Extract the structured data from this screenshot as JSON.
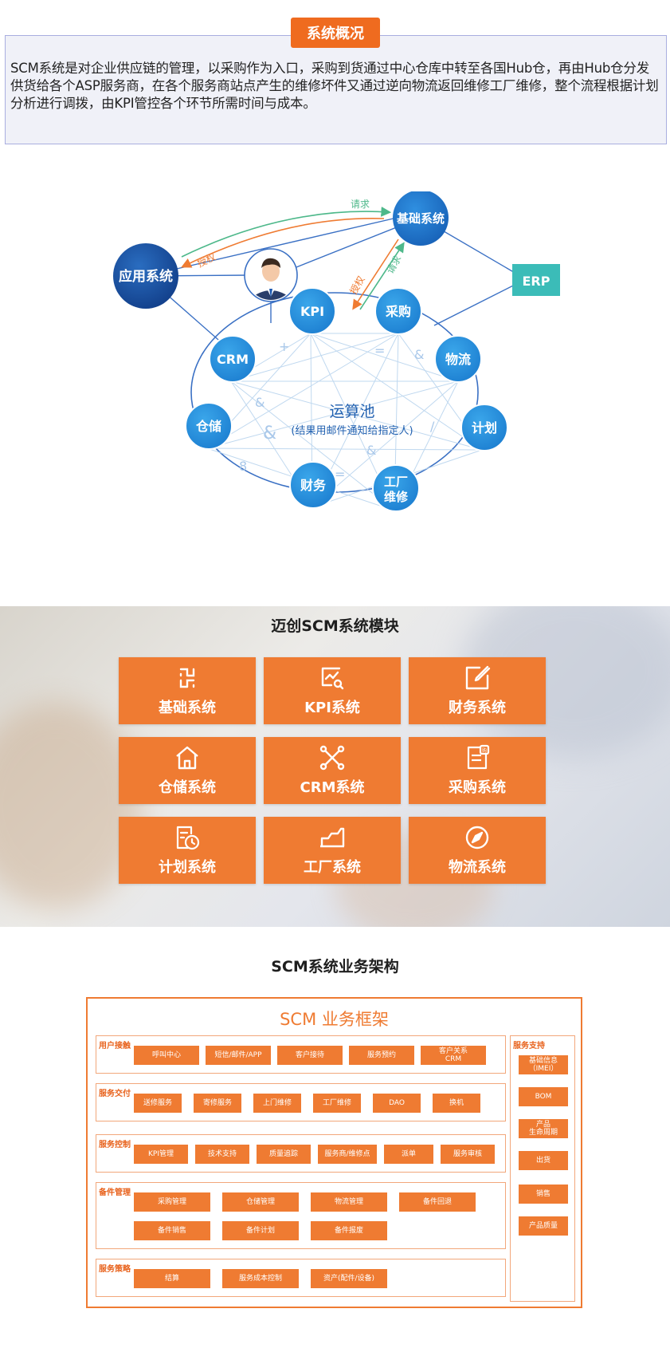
{
  "overview": {
    "tag": "系统概况",
    "text": "SCM系统是对企业供应链的管理，以采购作为入口，采购到货通过中心仓库中转至各国Hub仓，再由Hub仓分发供货给各个ASP服务商，在各个服务商站点产生的维修坏件又通过逆向物流返回维修工厂维修，整个流程根据计划分析进行调拨，由KPI管控各个环节所需时间与成本。"
  },
  "diagram": {
    "app_system": "应用系统",
    "base_system": "基础系统",
    "erp": "ERP",
    "arrow_request": "请求",
    "arrow_authorize_top": "授权",
    "arrow_request_right": "请求",
    "arrow_authorize_mid": "授权",
    "pool_title": "运算池",
    "pool_subtitle": "(结果用邮件通知给指定人)",
    "nodes": [
      "KPI",
      "采购",
      "CRM",
      "物流",
      "仓储",
      "计划",
      "财务",
      "工厂",
      "维修"
    ],
    "colors": {
      "dark_blue": "#1e5aa8",
      "mid_blue": "#1f7fd0",
      "node_blue": "#2c8fd9",
      "teal": "#3bbcb8",
      "green": "#4db88a",
      "orange": "#ef7b32"
    }
  },
  "modules": {
    "title": "迈创SCM系统模块",
    "items": [
      {
        "label": "基础系统",
        "icon": "base-system-icon"
      },
      {
        "label": "KPI系统",
        "icon": "kpi-chart-icon"
      },
      {
        "label": "财务系统",
        "icon": "finance-edit-icon"
      },
      {
        "label": "仓储系统",
        "icon": "warehouse-house-icon"
      },
      {
        "label": "CRM系统",
        "icon": "crm-network-icon"
      },
      {
        "label": "采购系统",
        "icon": "purchase-document-icon"
      },
      {
        "label": "计划系统",
        "icon": "plan-clock-icon"
      },
      {
        "label": "工厂系统",
        "icon": "factory-icon"
      },
      {
        "label": "物流系统",
        "icon": "logistics-compass-icon"
      }
    ]
  },
  "architecture": {
    "title": "SCM系统业务架构",
    "heading": "SCM 业务框架",
    "groups": [
      {
        "label": "用户接触",
        "items": [
          "呼叫中心",
          "短信/邮件/APP",
          "客户接待",
          "服务预约",
          "客户关系\nCRM"
        ]
      },
      {
        "label": "服务交付",
        "items": [
          "送修服务",
          "寄修服务",
          "上门维修",
          "工厂维修",
          "DAO",
          "换机"
        ]
      },
      {
        "label": "服务控制",
        "items": [
          "KPI管理",
          "技术支持",
          "质量追踪",
          "服务商/维修点",
          "派单",
          "服务审核"
        ]
      },
      {
        "label": "备件管理",
        "items": [
          "采购管理",
          "仓储管理",
          "物流管理",
          "备件回退",
          "备件销售",
          "备件计划",
          "备件报废"
        ]
      },
      {
        "label": "服务策略",
        "items": [
          "结算",
          "服务成本控制",
          "资产(配件/设备)"
        ]
      }
    ],
    "support": {
      "label": "服务支持",
      "items": [
        "基础信息\n（IMEI）",
        "BOM",
        "产品\n生命周期",
        "出货",
        "销售",
        "产品质量"
      ]
    },
    "accent": "#ef7b32"
  }
}
